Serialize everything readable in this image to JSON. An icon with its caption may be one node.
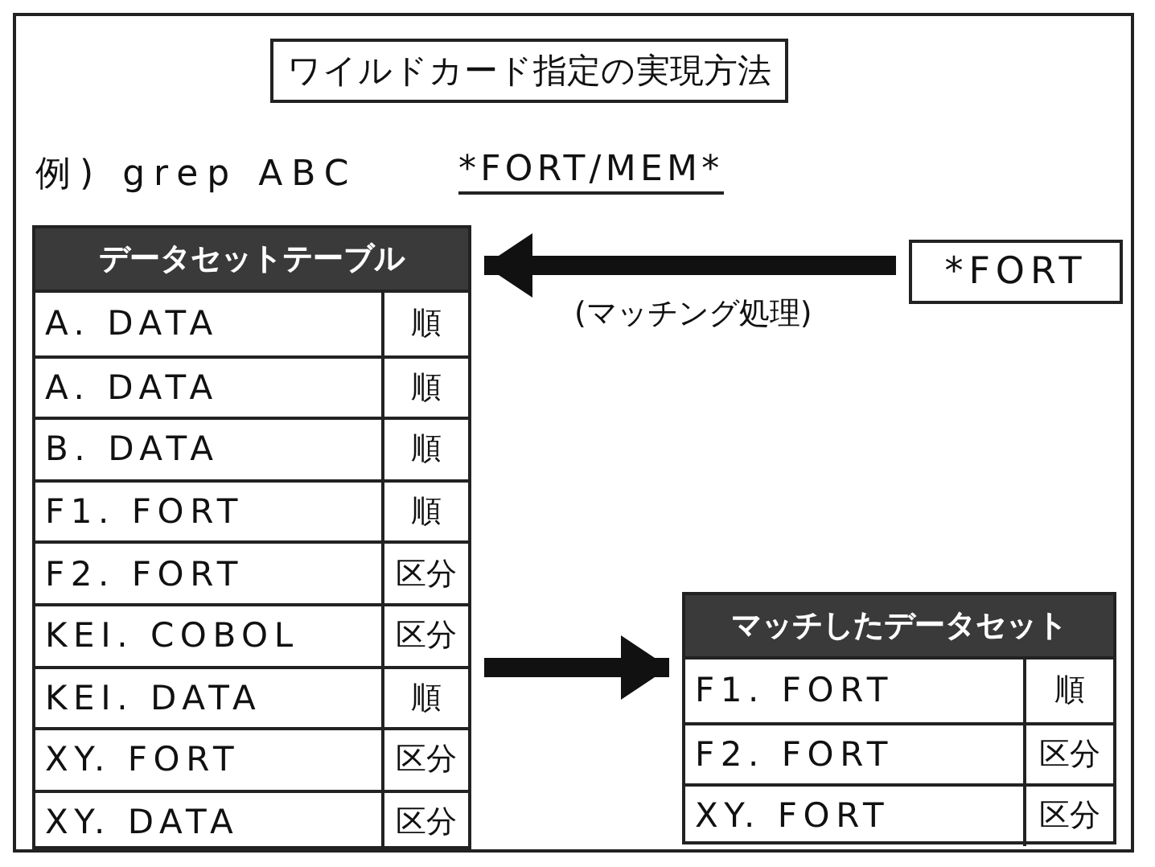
{
  "diagram": {
    "title": "ワイルドカード指定の実現方法",
    "nodes": [
      {
        "text": [
          "データセットテーブル",
          "A. DATA",
          "順",
          "A. DATA",
          "順",
          "B. DATA",
          "順",
          "F1. FORT",
          "順",
          "F2. FORT",
          "区分",
          "KEI. COBOL",
          "区分",
          "KEI. DATA",
          "順",
          "XY. FORT",
          "区分",
          "XY. DATA",
          "区分"
        ]
      },
      {
        "text": [
          "*FORT"
        ]
      },
      {
        "text": [
          "マッチしたデータセット",
          "F1. FORT",
          "順",
          "F2. FORT",
          "区分",
          "XY. FORT",
          "区分"
        ]
      }
    ],
    "edges": [
      {
        "from": 1,
        "to": 0,
        "arrow": "to",
        "label": "(マッチング処理)"
      },
      {
        "from": 0,
        "to": 2,
        "arrow": "to"
      }
    ],
    "labels": [
      "例) grep ABC",
      "*FORT/MEM*"
    ]
  }
}
